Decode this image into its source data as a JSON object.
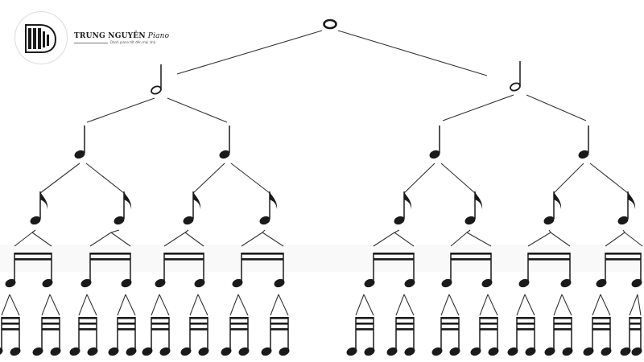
{
  "brand": {
    "name": "TRUNG NGUYÊN",
    "script": "Piano",
    "tagline": "Dành piano tốt đến mọi nhà",
    "logo_icon": "piano-logo-icon"
  },
  "diagram": {
    "type": "note-value-tree",
    "levels": [
      "whole",
      "half",
      "quarter",
      "eighth",
      "sixteenth",
      "thirty-second"
    ],
    "colors": {
      "ink": "#1a1a1a",
      "line": "#333333"
    }
  }
}
